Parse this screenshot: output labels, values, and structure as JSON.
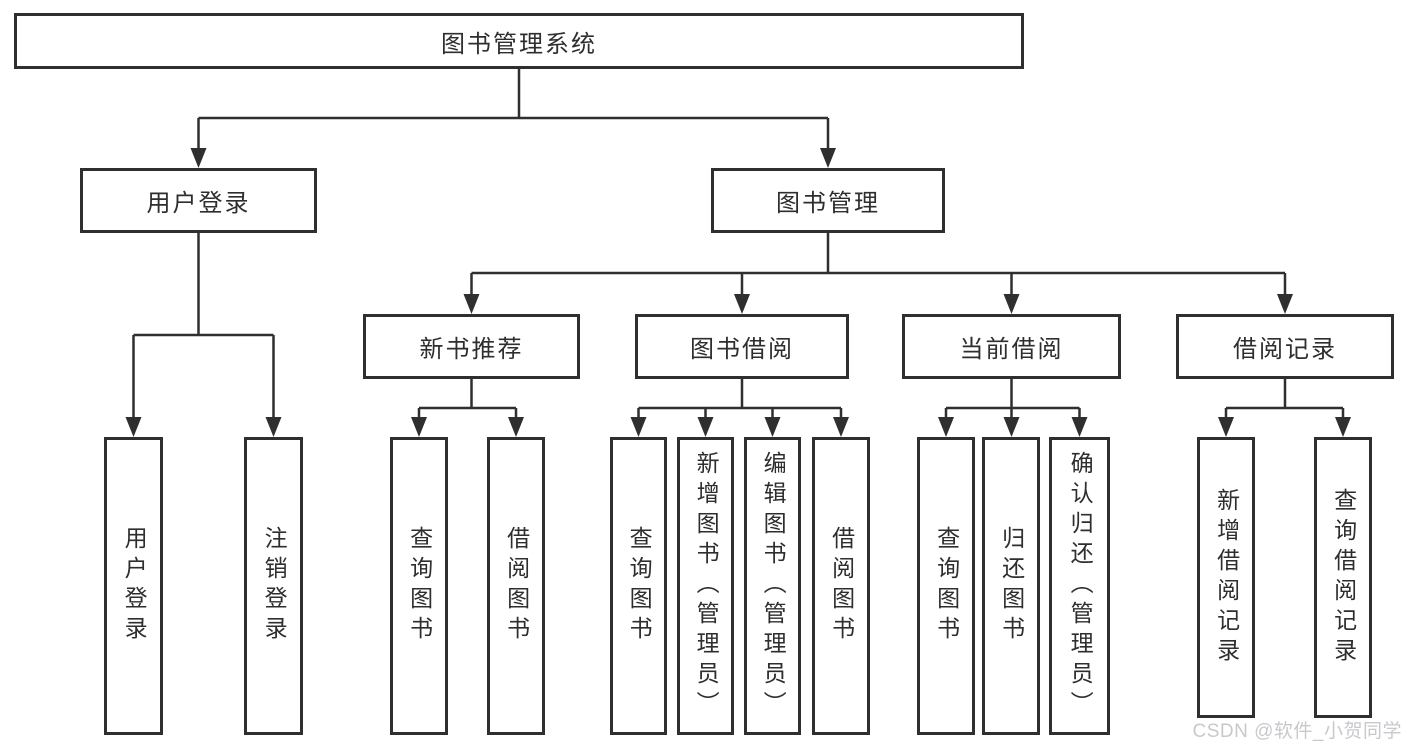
{
  "diagram": {
    "root": {
      "label": "图书管理系统"
    },
    "branches": [
      {
        "label": "用户登录",
        "children": [
          {
            "label": "用户登录"
          },
          {
            "label": "注销登录"
          }
        ]
      },
      {
        "label": "图书管理",
        "children": [
          {
            "label": "新书推荐",
            "children": [
              {
                "label": "查询图书"
              },
              {
                "label": "借阅图书"
              }
            ]
          },
          {
            "label": "图书借阅",
            "children": [
              {
                "label": "查询图书"
              },
              {
                "label": "新增图书（管理员）"
              },
              {
                "label": "编辑图书（管理员）"
              },
              {
                "label": "借阅图书"
              }
            ]
          },
          {
            "label": "当前借阅",
            "children": [
              {
                "label": "查询图书"
              },
              {
                "label": "归还图书"
              },
              {
                "label": "确认归还（管理员）"
              }
            ]
          },
          {
            "label": "借阅记录",
            "children": [
              {
                "label": "新增借阅记录"
              },
              {
                "label": "查询借阅记录"
              }
            ]
          }
        ]
      }
    ]
  },
  "watermark": {
    "text": "CSDN @软件_小贺同学"
  },
  "colors": {
    "line": "#2f2f2f",
    "box_border": "#2f2f2f",
    "text": "#2e2e2e",
    "background": "#ffffff",
    "watermark": "#c9c9cd"
  }
}
